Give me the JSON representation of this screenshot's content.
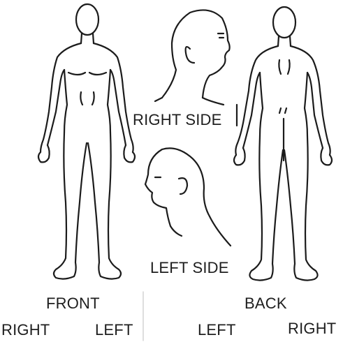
{
  "labels": {
    "right_side": "RIGHT SIDE",
    "left_side": "LEFT SIDE",
    "front": "FRONT",
    "back": "BACK",
    "front_right": "RIGHT",
    "front_left": "LEFT",
    "back_left": "LEFT",
    "back_right": "RIGHT"
  },
  "colors": {
    "line": "#1b1b1b",
    "background": "#ffffff"
  }
}
